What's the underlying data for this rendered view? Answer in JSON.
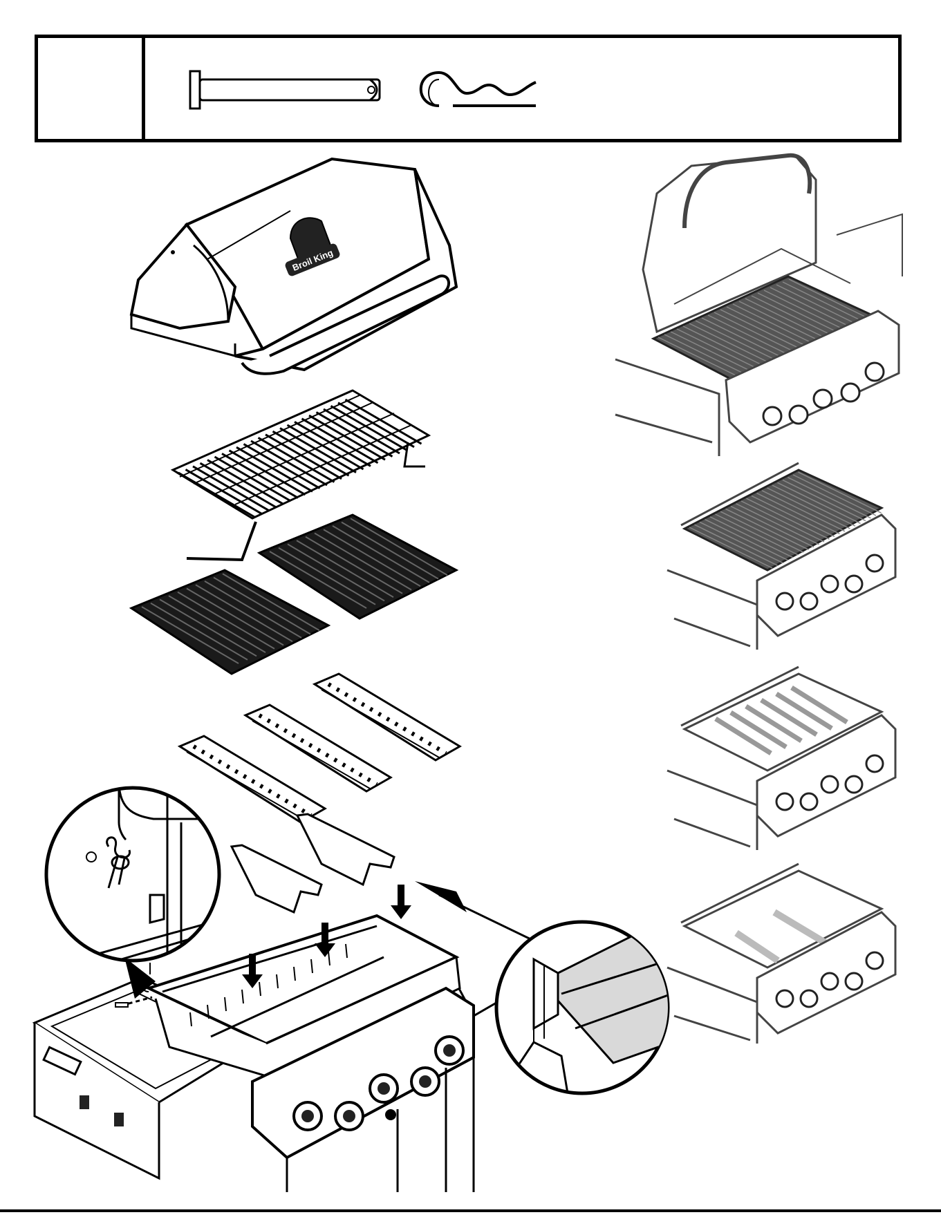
{
  "step": {
    "number": "",
    "parts": [
      {
        "name": "clevis-pin",
        "icon": "clevis-pin-icon"
      },
      {
        "name": "hair-pin-cotter",
        "icon": "hair-pin-cotter-icon"
      }
    ]
  },
  "lid_logo_text": "Broil King",
  "page_number": "",
  "colors": {
    "line": "#000000",
    "highlight": "#d9d9d9",
    "dark_grate": "#1a1a1a",
    "mid_grate": "#555555"
  }
}
